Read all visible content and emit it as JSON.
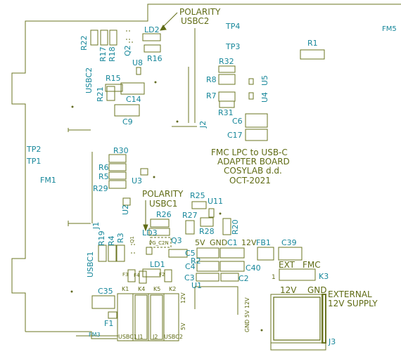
{
  "colors": {
    "outline": "#6b7522",
    "labels": "#17879a",
    "markings": "#5f6b14"
  },
  "labels": {
    "polarity_top": "POLARITY",
    "usbc2_top": "USBC2",
    "ld2": "LD2",
    "tp4": "TP4",
    "fm5": "FM5",
    "r22": "R22",
    "r17": "R17",
    "r18": "R18",
    "q2": "Q2",
    "r16": "R16",
    "tp3": "TP3",
    "r1": "R1",
    "u8": "U8",
    "r32": "R32",
    "usbc2_side": "USBC2",
    "r15": "R15",
    "r8": "R8",
    "u5": "U5",
    "r21": "R21",
    "c14": "C14",
    "r7": "R7",
    "u4": "U4",
    "r31": "R31",
    "c9": "C9",
    "j2": "J2",
    "c6": "C6",
    "c17": "C17",
    "tp2": "TP2",
    "tp1": "TP1",
    "r30": "R30",
    "r6": "R6",
    "r5": "R5",
    "fm1": "FM1",
    "r29": "R29",
    "u3": "U3",
    "polarity_mid": "POLARITY",
    "r25": "R25",
    "usbc1_mid": "USBC1",
    "u11": "U11",
    "u2": "U2",
    "r26": "R26",
    "r27": "R27",
    "j1": "J1",
    "r28": "R28",
    "r20": "R20",
    "ld3": "LD3",
    "r19": "R19",
    "r4": "R4",
    "r3": "R3",
    "q1": "Q1",
    "pg_c2n": "PG_C2N",
    "q3": "Q3",
    "pin5v": "5V",
    "gnd_c1": "GND",
    "c1": "C1",
    "v12": "12V",
    "fb1": "FB1",
    "c39": "C39",
    "c5": "C5",
    "r2": "R2",
    "usbc1_side": "USBC1",
    "ld1": "LD1",
    "c4": "C4",
    "c40": "C40",
    "ext": "EXT",
    "fmc": "FMC",
    "k3": "K3",
    "c3": "C3",
    "c2": "C2",
    "one": "1",
    "u1": "U1",
    "f3": "F3",
    "f4": "F4",
    "f2": "F2",
    "k1": "K1",
    "k4": "K4",
    "k5": "K5",
    "k2": "K2",
    "c35": "C35",
    "v12_j3": "12V",
    "gnd_j3": "GND",
    "external": "EXTERNAL",
    "supply": "12V SUPPLY",
    "v12_rot": "12V",
    "rot_gnd5v12v": "GND 5V 12V",
    "v5_rot": "5V",
    "f1": "F1",
    "fm3": "FM3",
    "usbc_bottom": "USBC1",
    "j1_bottom": "J1",
    "j2_bottom": "J2",
    "usbc2_bottom": "USBC2",
    "j3": "J3"
  },
  "board_title": {
    "line1": "FMC LPC to USB-C",
    "line2": "ADAPTER BOARD",
    "line3": "COSYLAB d.d.",
    "line4": "OCT-2021"
  }
}
